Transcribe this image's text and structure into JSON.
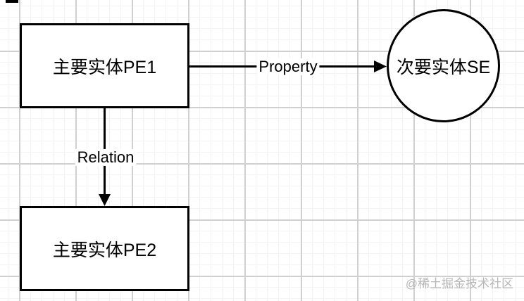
{
  "diagram": {
    "nodes": [
      {
        "id": "pe1",
        "label": "主要实体PE1",
        "shape": "rectangle"
      },
      {
        "id": "pe2",
        "label": "主要实体PE2",
        "shape": "rectangle"
      },
      {
        "id": "se",
        "label": "次要实体SE",
        "shape": "circle"
      }
    ],
    "edges": [
      {
        "from": "pe1",
        "to": "se",
        "label": "Property",
        "direction": "right"
      },
      {
        "from": "pe1",
        "to": "pe2",
        "label": "Relation",
        "direction": "down"
      }
    ]
  },
  "watermark": {
    "text": "@稀土掘金技术社区"
  },
  "colors": {
    "stroke": "#000000",
    "shape_fill": "#ffffff",
    "grid_minor": "#f3f3f3",
    "grid_major": "#d0d0d0",
    "watermark": "#b7b7b7"
  }
}
